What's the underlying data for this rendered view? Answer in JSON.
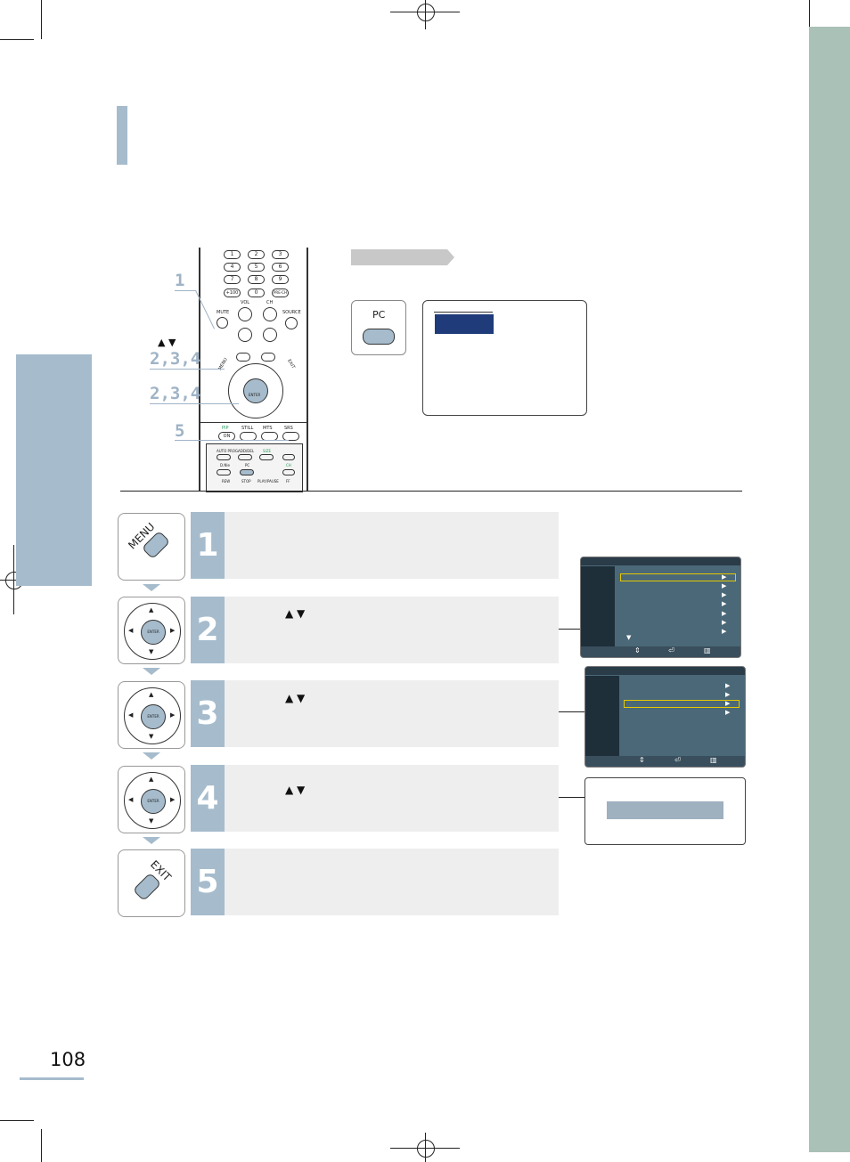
{
  "page": {
    "number": "108"
  },
  "remote": {
    "callouts": {
      "c1": "1",
      "c234a": "2,3,4",
      "c234b": "2,3,4",
      "c5": "5",
      "updown": "▲ ▼"
    },
    "digits": [
      "1",
      "2",
      "3",
      "4",
      "5",
      "6",
      "7",
      "8",
      "9",
      "+100",
      "0",
      "PRE-CH"
    ],
    "labels": {
      "mute": "MUTE",
      "vol": "VOL",
      "ch": "CH",
      "source": "SOURCE",
      "menu": "MENU",
      "exit": "EXIT",
      "enter": "ENTER",
      "pip": "PIP",
      "on": "ON",
      "still": "STILL",
      "mts": "MTS",
      "srs": "SRS",
      "autoprog": "AUTO PROG.",
      "adddel": "ADD/DEL",
      "size": "SIZE",
      "dnie": "D.Nle",
      "pc": "PC",
      "chsub": "CH",
      "rew": "REW",
      "stop": "STOP",
      "playpause": "PLAY/PAUSE",
      "ff": "FF"
    }
  },
  "pc_button": {
    "label": "PC"
  },
  "steps": [
    {
      "num": "1",
      "icon": "menu",
      "icon_label": "MENU",
      "text": ""
    },
    {
      "num": "2",
      "icon": "enter",
      "icon_label": "ENTER",
      "text": "▲ ▼"
    },
    {
      "num": "3",
      "icon": "enter",
      "icon_label": "ENTER",
      "text": "▲ ▼"
    },
    {
      "num": "4",
      "icon": "enter",
      "icon_label": "ENTER",
      "text": "▲ ▼"
    },
    {
      "num": "5",
      "icon": "exit",
      "icon_label": "EXIT",
      "text": ""
    }
  ],
  "colors": {
    "accent_blue": "#a6bccd",
    "side_green": "#a9c1b6",
    "menu_bg": "#4a6878",
    "highlight": "#e6c800"
  }
}
